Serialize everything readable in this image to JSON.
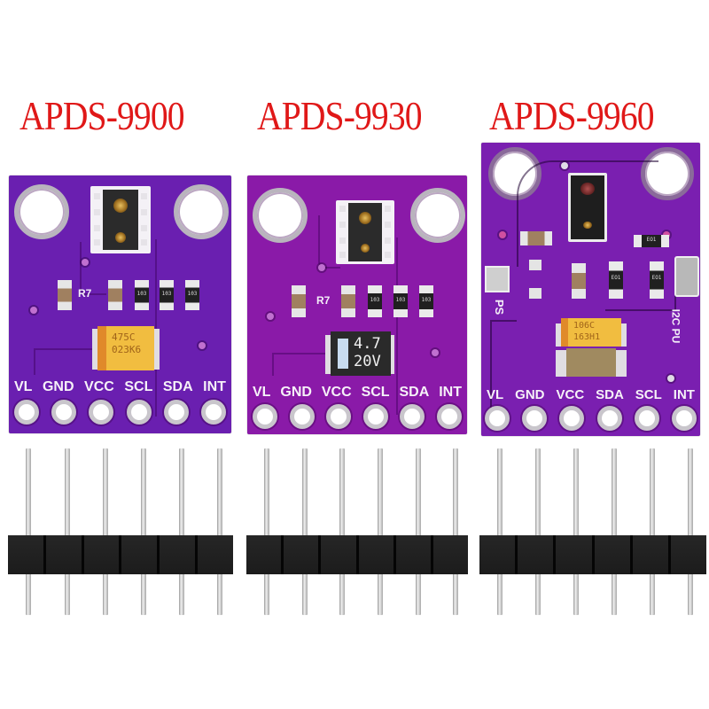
{
  "titles": [
    "APDS-9900",
    "APDS-9930",
    "APDS-9960"
  ],
  "colors": {
    "title_red": "#e01818",
    "board_9900": "#6a1fb0",
    "board_9930": "#8a1aa8",
    "board_9960": "#7a1fb0",
    "header_black": "#151515",
    "tantalum_yellow": "#f1bd40",
    "cap_black": "#2a2a2a"
  },
  "boards": [
    {
      "model": "APDS-9900",
      "silkscreen": [
        "R7"
      ],
      "resistor_labels": [
        "103",
        "103",
        "103"
      ],
      "tantalum_cap": {
        "line1": "475C",
        "line2": "023K6"
      },
      "pin_labels": [
        "VL",
        "GND",
        "VCC",
        "SCL",
        "SDA",
        "INT"
      ]
    },
    {
      "model": "APDS-9930",
      "silkscreen": [
        "R7"
      ],
      "resistor_labels": [
        "103",
        "103",
        "103"
      ],
      "electrolytic_cap": {
        "line1": "4.7",
        "line2": "20V"
      },
      "pin_labels": [
        "VL",
        "GND",
        "VCC",
        "SCL",
        "SDA",
        "INT"
      ]
    },
    {
      "model": "APDS-9960",
      "silkscreen": [
        "PS",
        "I2C PU"
      ],
      "resistor_labels": [
        "EO1",
        "EO1",
        "EO1"
      ],
      "tantalum_cap": {
        "line1": "106C",
        "line2": "163H1"
      },
      "pin_labels": [
        "VL",
        "GND",
        "VCC",
        "SDA",
        "SCL",
        "INT"
      ]
    }
  ],
  "headers": [
    {
      "pins": 6
    },
    {
      "pins": 6
    },
    {
      "pins": 6
    }
  ]
}
